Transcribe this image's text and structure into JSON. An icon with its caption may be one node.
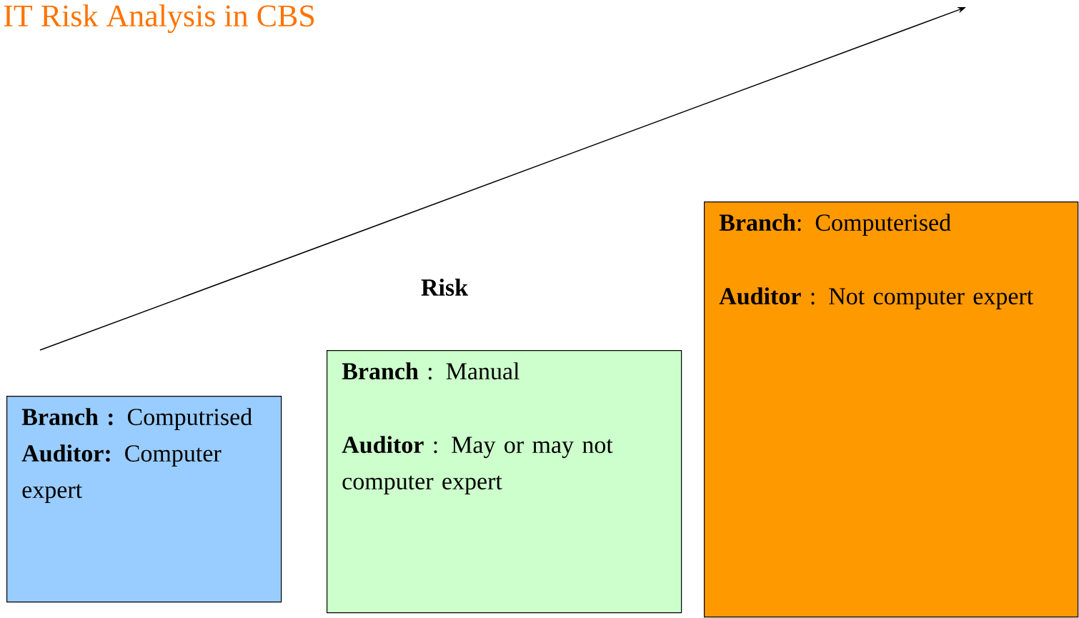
{
  "diagram": {
    "title": "IT Risk Analysis in CBS",
    "nodes": [
      {
        "text": [
          "**Branch :** Computrised",
          "**Auditor:** Computer expert"
        ]
      },
      {
        "text": [
          "**Branch** : Manual",
          "**Auditor** : May or may not computer expert"
        ]
      },
      {
        "text": [
          "**Branch**: Computerised",
          "**Auditor** :  Not computer expert"
        ]
      }
    ],
    "labels": [
      "Risk"
    ]
  }
}
